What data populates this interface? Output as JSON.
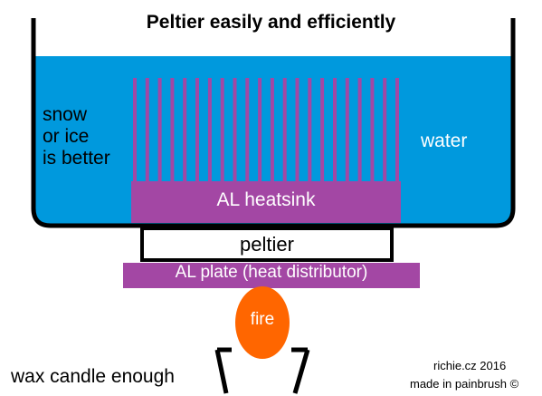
{
  "title": "Peltier easily and efficiently",
  "labels": {
    "snow_lines": [
      "snow",
      "or ice",
      "is better"
    ],
    "water": "water",
    "heatsink": "AL heatsink",
    "peltier": "peltier",
    "plate": "AL plate (heat distributor)",
    "fire": "fire",
    "candle": "wax candle enough",
    "credit_line1": "richie.cz 2016",
    "credit_line2": "made in painbrush ©"
  },
  "colors": {
    "water": "#0099dd",
    "aluminum": "#a347a4",
    "fire": "#ff6600",
    "outline": "#000000",
    "background": "#ffffff"
  },
  "heatsink_fin_count": 22
}
